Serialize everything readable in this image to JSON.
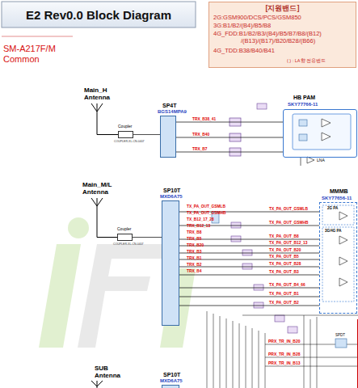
{
  "diagram": {
    "title": "E2 Rev0.0 Block Diagram",
    "nodes": [
      {
        "text": [
          "[지원밴드]",
          "2G:GSM900/DCS/PCS/GSM850",
          "3G:B1/B2/(B4)/B5/B8",
          "4G_FDD:B1/B2/B3/(B4)/B5/B7/B8/(B12) /(B13)/(B17)/B20/B28/(B66)",
          "4G_TDD:B38/B40/B41",
          "( ) : LA향 전용밴드"
        ]
      },
      {
        "text": [
          "Coupler",
          "COUPLER-XL-CN-0407"
        ]
      },
      {
        "text": [
          "SP4T",
          "BGS14MPA9"
        ]
      },
      {
        "text": [
          "HB PAM",
          "SKY77766-11"
        ]
      },
      {
        "text": [
          "Coupler",
          "COUPLER-XL-CN-0407"
        ]
      },
      {
        "text": [
          "SP10T",
          "MXD6A75"
        ]
      },
      {
        "text": [
          "MMMB",
          "SKY77656-11"
        ]
      },
      {
        "text": [
          "SP10T",
          "MXD6A75"
        ]
      }
    ],
    "edges": [
      {
        "from": 1,
        "to": 2,
        "arrow": "none"
      },
      {
        "from": 2,
        "to": 3,
        "label": "TRX_B38_41",
        "arrow": "none"
      },
      {
        "from": 2,
        "to": 3,
        "label": "TRX_B40",
        "arrow": "none"
      },
      {
        "from": 2,
        "to": 3,
        "label": "TRX_B7",
        "arrow": "none"
      },
      {
        "from": 4,
        "to": 5,
        "arrow": "none"
      },
      {
        "from": 5,
        "to": 6,
        "label": "TX_PA_OUT_GSMLB",
        "arrow": "none"
      },
      {
        "from": 5,
        "to": 6,
        "label": "TX_PA_OUT_GSMHB",
        "arrow": "none"
      },
      {
        "from": 5,
        "to": 6,
        "label": "TX_PA_OUT_B8",
        "arrow": "none"
      },
      {
        "from": 5,
        "to": 6,
        "label": "TX_PA_OUT_B12_13",
        "arrow": "none"
      },
      {
        "from": 5,
        "to": 6,
        "label": "TX_PA_OUT_B20",
        "arrow": "none"
      },
      {
        "from": 5,
        "to": 6,
        "label": "TX_PA_OUT_B5",
        "arrow": "none"
      },
      {
        "from": 5,
        "to": 6,
        "label": "TX_PA_OUT_B28",
        "arrow": "none"
      },
      {
        "from": 5,
        "to": 6,
        "label": "TX_PA_OUT_B3",
        "arrow": "none"
      },
      {
        "from": 5,
        "to": 6,
        "label": "TX_PA_OUT_B4_66",
        "arrow": "none"
      },
      {
        "from": 5,
        "to": 6,
        "label": "TX_PA_OUT_B1",
        "arrow": "none"
      },
      {
        "from": 5,
        "to": 6,
        "label": "TX_PA_OUT_B2",
        "arrow": "none"
      }
    ],
    "labels": [
      "SM-A217F/M Common",
      "Main_H Antenna",
      "Main_M/L Antenna",
      "SUB Antenna",
      "TX_PA_OUT_GSMLB",
      "TX_PA_OUT_GSMHB",
      "TX_B12_17_28",
      "TRX_B12_13",
      "TRX_B8",
      "TRX_B5",
      "TRX_B20",
      "TRX_B3",
      "TRX_B1",
      "TRX_B2",
      "TRX_B4",
      "PRX_TR_IN_B20",
      "PRX_TR_IN_B28",
      "PRX_TR_IN_B13",
      "SPDT",
      "2G PA",
      "3G/4G PA",
      "LNA"
    ]
  }
}
